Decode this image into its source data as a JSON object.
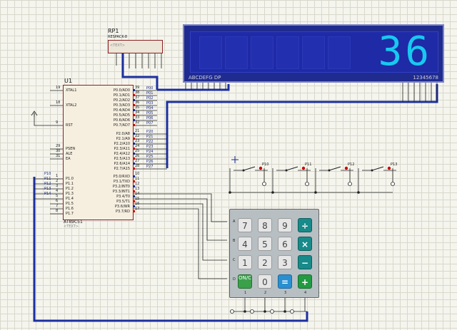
{
  "rp1": {
    "ref": "RP1",
    "part": "RESPACK-8",
    "text": "<TEXT>"
  },
  "u1": {
    "ref": "U1",
    "part": "AT89C51",
    "text": "<TEXT>",
    "left_pins": [
      {
        "num": "19",
        "name": "XTAL1"
      },
      {
        "num": "18",
        "name": "XTAL2"
      },
      {
        "num": "9",
        "name": "RST"
      },
      {
        "num": "29",
        "name": "PSEN"
      },
      {
        "num": "30",
        "name": "ALE"
      },
      {
        "num": "31",
        "name": "EA"
      },
      {
        "num": "1",
        "name": "P1.0"
      },
      {
        "num": "2",
        "name": "P1.1"
      },
      {
        "num": "3",
        "name": "P1.2"
      },
      {
        "num": "4",
        "name": "P1.3"
      },
      {
        "num": "5",
        "name": "P1.4"
      },
      {
        "num": "6",
        "name": "P1.5"
      },
      {
        "num": "7",
        "name": "P1.6"
      },
      {
        "num": "8",
        "name": "P1.7"
      }
    ],
    "right_pins": [
      {
        "num": "39",
        "name": "P0.0/AD0",
        "net": "P00"
      },
      {
        "num": "38",
        "name": "P0.1/AD1",
        "net": "P01"
      },
      {
        "num": "37",
        "name": "P0.2/AD2",
        "net": "P02"
      },
      {
        "num": "36",
        "name": "P0.3/AD3",
        "net": "P03"
      },
      {
        "num": "35",
        "name": "P0.4/AD4",
        "net": "P04"
      },
      {
        "num": "34",
        "name": "P0.5/AD5",
        "net": "P05"
      },
      {
        "num": "33",
        "name": "P0.6/AD6",
        "net": "P06"
      },
      {
        "num": "32",
        "name": "P0.7/AD7",
        "net": "P07"
      },
      {
        "num": "21",
        "name": "P2.0/A8",
        "net": "P20"
      },
      {
        "num": "22",
        "name": "P2.1/A9",
        "net": "P21"
      },
      {
        "num": "23",
        "name": "P2.2/A10",
        "net": "P22"
      },
      {
        "num": "24",
        "name": "P2.3/A11",
        "net": "P23"
      },
      {
        "num": "25",
        "name": "P2.4/A12",
        "net": "P24"
      },
      {
        "num": "26",
        "name": "P2.5/A13",
        "net": "P25"
      },
      {
        "num": "27",
        "name": "P2.6/A14",
        "net": "P26"
      },
      {
        "num": "28",
        "name": "P2.7/A15",
        "net": "P27"
      },
      {
        "num": "10",
        "name": "P3.0/RXD"
      },
      {
        "num": "11",
        "name": "P3.1/TXD"
      },
      {
        "num": "12",
        "name": "P3.2/INT0"
      },
      {
        "num": "13",
        "name": "P3.3/INT1"
      },
      {
        "num": "14",
        "name": "P3.4/T0"
      },
      {
        "num": "15",
        "name": "P3.5/T1"
      },
      {
        "num": "16",
        "name": "P3.6/WR"
      },
      {
        "num": "17",
        "name": "P3.7/RD"
      }
    ],
    "p1_nets": [
      "P10",
      "P11",
      "P12",
      "P13",
      "P14"
    ]
  },
  "lcd": {
    "digits": "36",
    "label_left": "ABCDEFG DP",
    "label_right": "12345678"
  },
  "keypad": {
    "rows": [
      "A",
      "B",
      "C",
      "D"
    ],
    "cols": [
      "1",
      "2",
      "3",
      "4"
    ],
    "keys": [
      [
        "7",
        "8",
        "9",
        "÷"
      ],
      [
        "4",
        "5",
        "6",
        "×"
      ],
      [
        "1",
        "2",
        "3",
        "−"
      ],
      [
        "ON/C",
        "0",
        "=",
        "+"
      ]
    ]
  },
  "switches": [
    {
      "net": "P10"
    },
    {
      "net": "P11"
    },
    {
      "net": "P12"
    },
    {
      "net": "P13"
    }
  ],
  "colors": {
    "wire": "#1b2fa0",
    "thin_wire": "#222222",
    "lcd_bg": "#1f2b8f",
    "lcd_digit": "#18c8f0",
    "pin_red": "#cc0000",
    "pin_blue": "#1a2a8a"
  }
}
